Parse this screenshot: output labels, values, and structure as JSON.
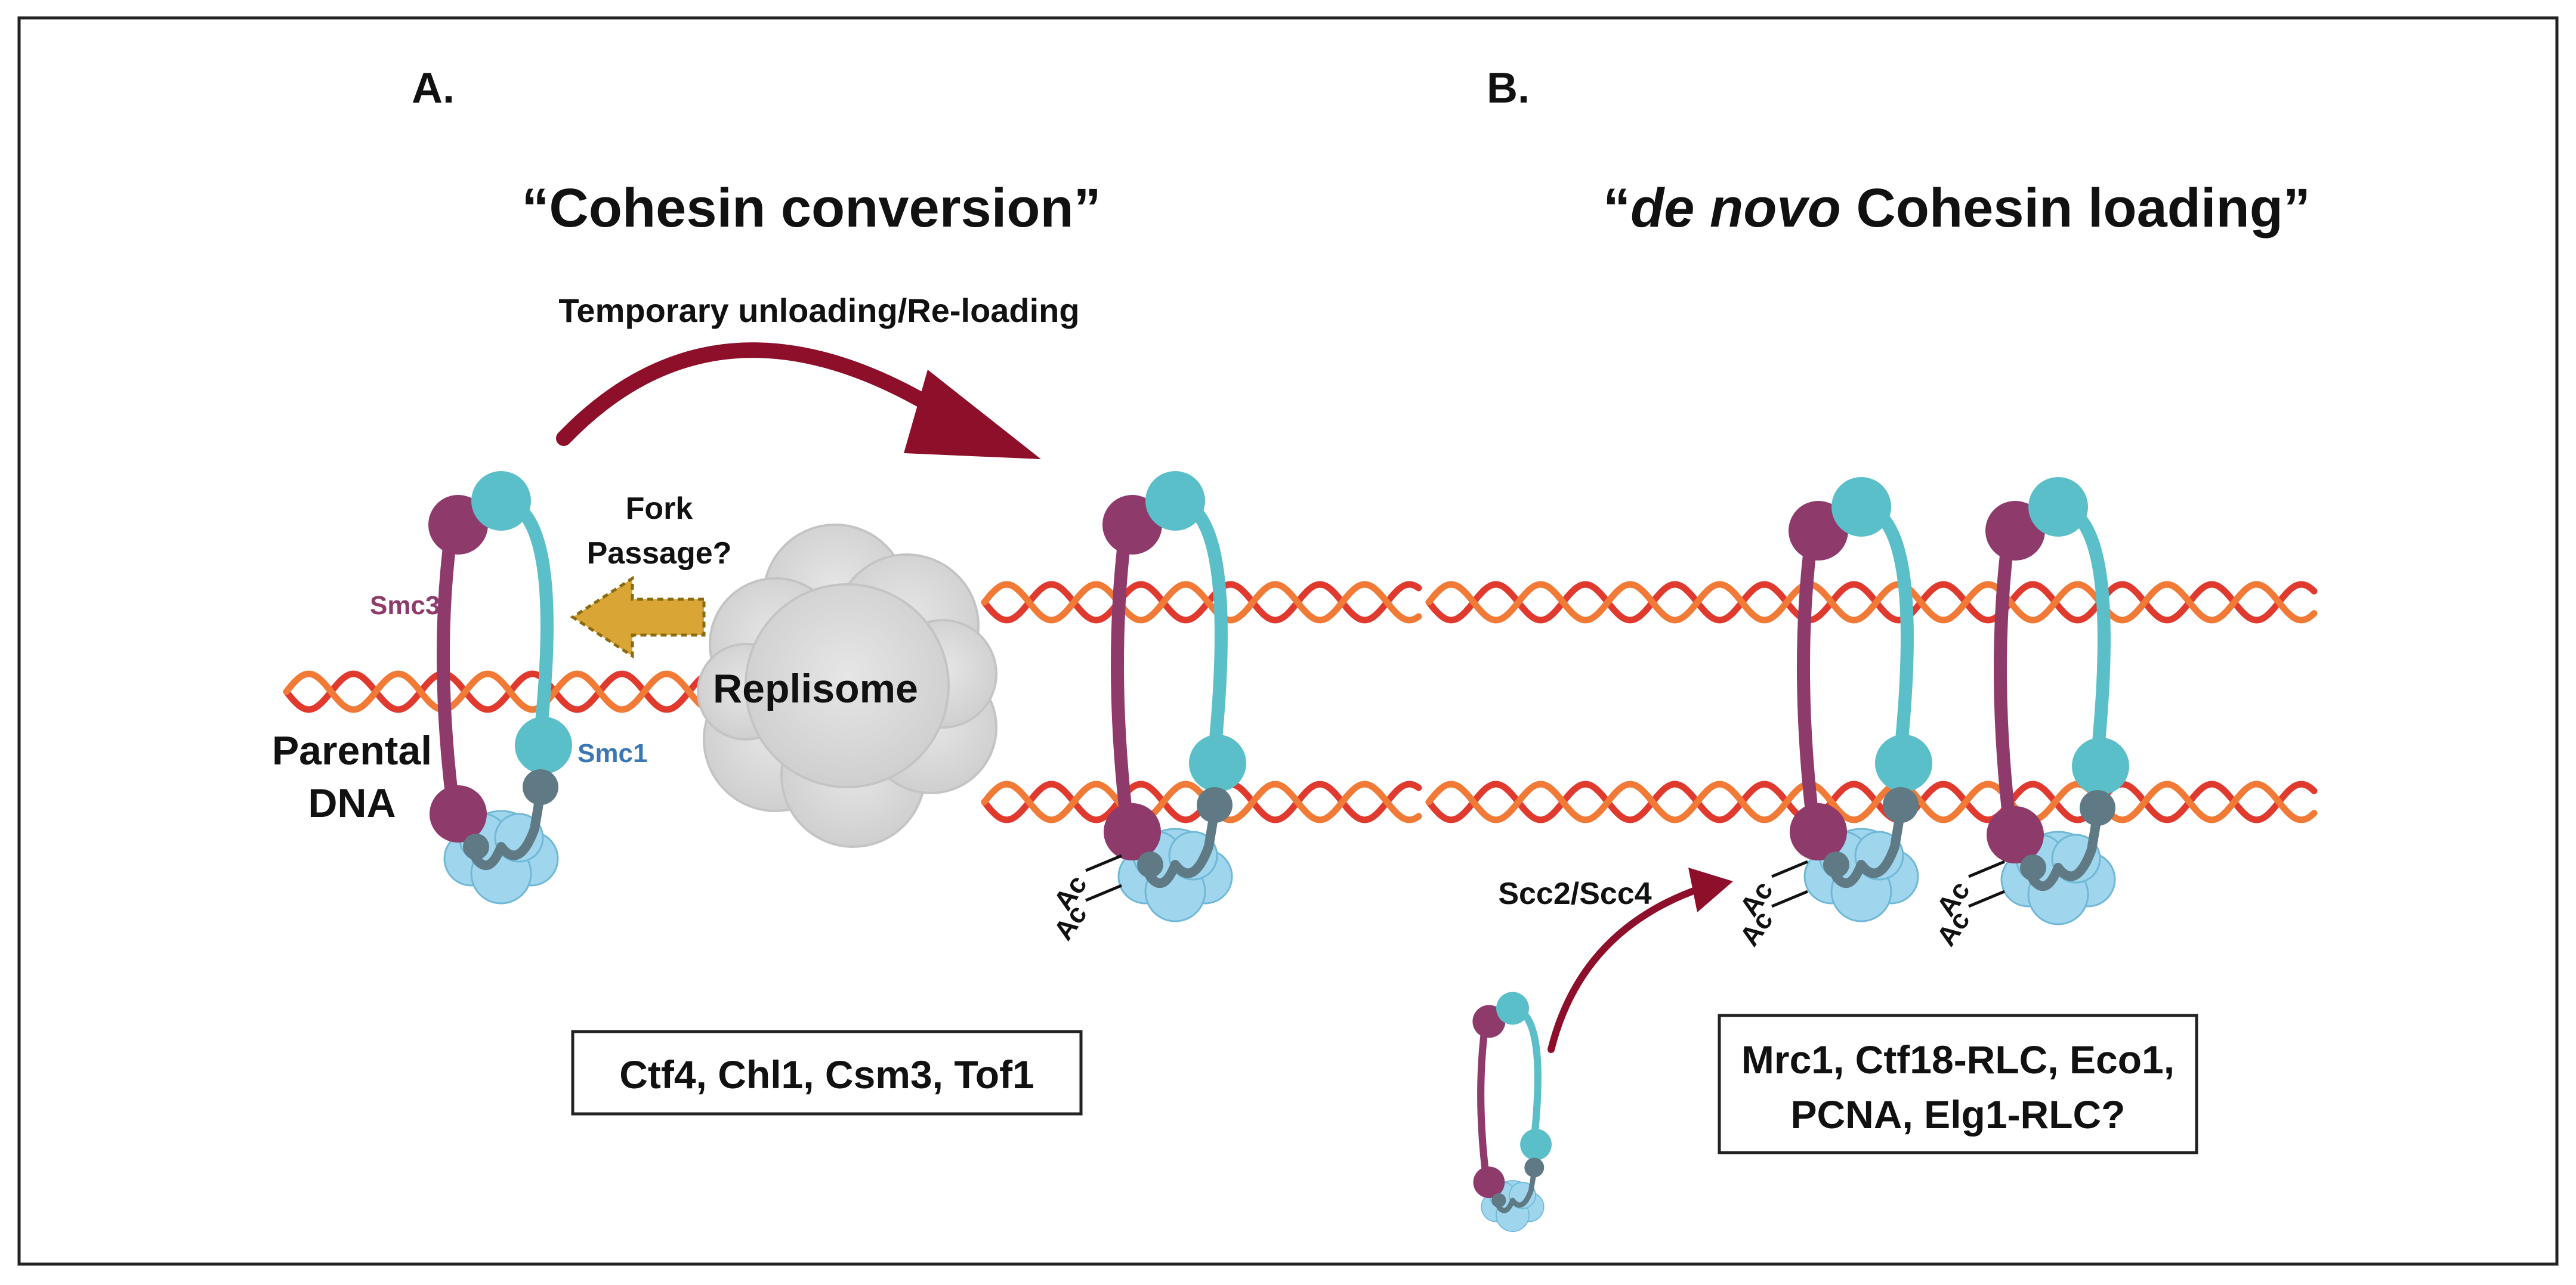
{
  "panels": {
    "a": {
      "label": "A.",
      "title": "“Cohesin conversion”",
      "arrow_label": "Temporary unloading/Re-loading",
      "fork_label_line1": "Fork",
      "fork_label_line2": "Passage?",
      "replisome_label": "Replisome",
      "parental_line1": "Parental",
      "parental_line2": "DNA",
      "smc3_label": "Smc3",
      "smc1_label": "Smc1",
      "factors": "Ctf4, Chl1, Csm3, Tof1",
      "ac_label": "Ac"
    },
    "b": {
      "label": "B.",
      "title_quote_open": "“",
      "title_italic": "de novo",
      "title_rest": " Cohesin loading”",
      "loader_label": "Scc2/Scc4",
      "factors_line1": "Mrc1, Ctf18-RLC, Eco1,",
      "factors_line2": "PCNA, Elg1-RLC?",
      "ac_label": "Ac"
    }
  },
  "colors": {
    "smc3": "#8e3a6b",
    "smc1": "#5bbfc9",
    "kleisin": "#5f7a85",
    "scc3": "#9fd6ee",
    "dna_strand_a": "#e03a2f",
    "dna_strand_b": "#f07a36",
    "arrow_dark_red": "#8d0f2a",
    "fork_arrow": "#d9a534",
    "replisome": "#d9d9d9",
    "smc1_label_text": "#3a78b5",
    "smc3_label_text": "#8e3a6b"
  },
  "icons": {
    "cohesin_ring": "cohesin-ring-icon",
    "replisome": "replisome-cloud-icon",
    "dna": "dna-double-helix-icon",
    "curved_arrow": "curved-arrow-icon",
    "dashed_arrow": "dashed-left-arrow-icon"
  }
}
